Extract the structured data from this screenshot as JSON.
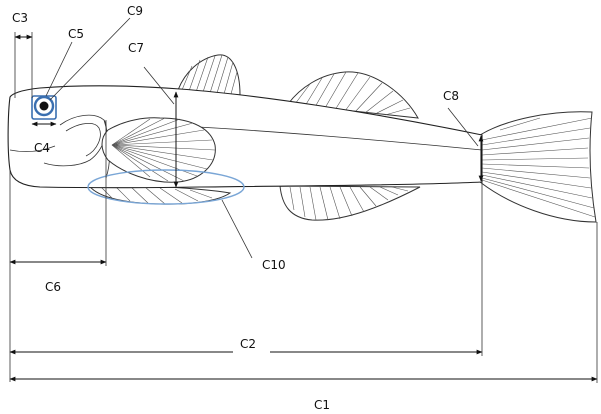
{
  "labels": {
    "c1": "C1",
    "c2": "C2",
    "c3": "C3",
    "c4": "C4",
    "c5": "C5",
    "c6": "C6",
    "c7": "C7",
    "c8": "C8",
    "c9": "C9",
    "c10": "C10"
  },
  "colors": {
    "outline": "#222222",
    "eye_ring": "#3a6fb0",
    "ellipse": "#7aa6d6",
    "background": "#ffffff"
  }
}
